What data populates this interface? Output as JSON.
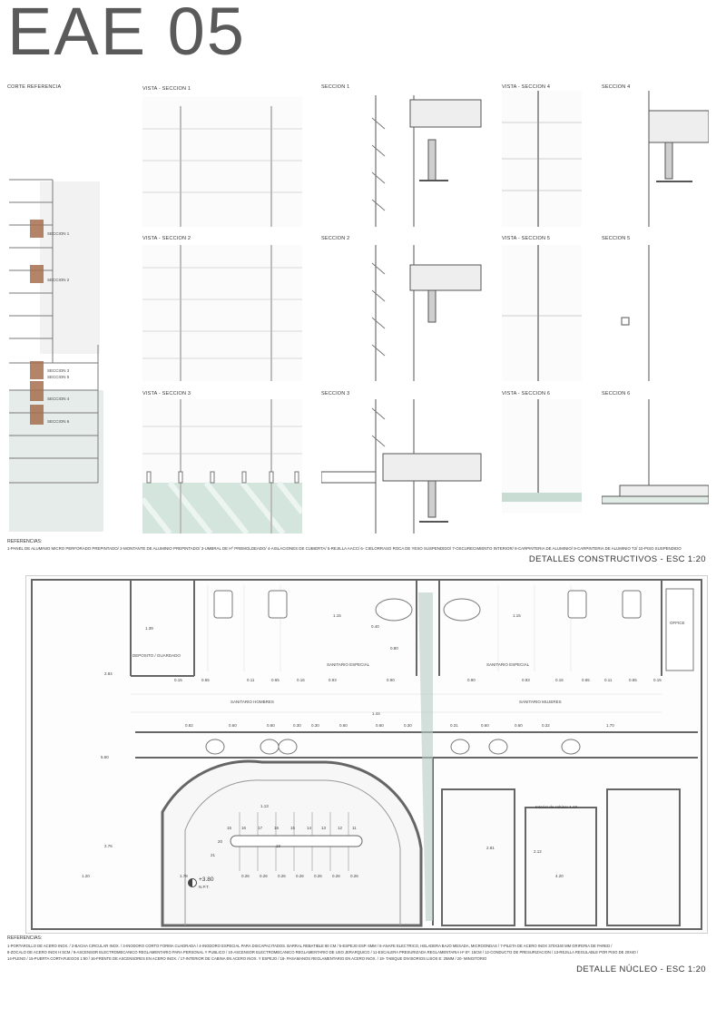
{
  "header": {
    "title": "EAE 05"
  },
  "top_section": {
    "corte_label": "CORTE REFERENCIA",
    "corte_tags": [
      "SECCION 1",
      "SECCION 2",
      "SECCION 3",
      "SECCION 5",
      "SECCION 4",
      "SECCION 6"
    ],
    "vista_labels": [
      "VISTA - SECCION 1",
      "VISTA - SECCION 2",
      "VISTA - SECCION 3"
    ],
    "seccion_labels": [
      "SECCION 1",
      "SECCION 2",
      "SECCION 3"
    ],
    "vista_right_labels": [
      "VISTA - SECCION 4",
      "VISTA - SECCION 5",
      "VISTA - SECCION 6"
    ],
    "seccion_right_labels": [
      "SECCION 4",
      "SECCION 5",
      "SECCION 6"
    ],
    "referencias_title": "REFERENCIAS:",
    "referencias_text": "1-PANEL DE ALUMINIO MICRO PERFORADO PREPINTADO/ 2-MONTANTE DE ALUMINIO PREPINTADO/ 3-UMBRAL DE Hº PREMOLDEADO/ 4-AISLACIONES DE CUBIERTA/ 5-REJILLA AACC/ 6- CIELORRASO ROCA DE YESO SUSPENDIDO/ 7-OSCURECIMIENTO INTERIOR/ 8-CARPINTERIA DE ALUMINIO/ 9-CARPINTERIA DE ALUMINIO T2/ 10-PISO SUSPENDIDO",
    "caption": "DETALLES CONSTRUCTIVOS - ESC 1:20"
  },
  "plan": {
    "rooms": [
      "DEPOSITO / GUARDADO",
      "SANITARIO ESPECIAL",
      "SANITARIO ESPECIAL",
      "SANITARIO HOMBRES",
      "SANITARIO MUJERES",
      "OFFICE",
      "Interior de cabina: 1.10"
    ],
    "level_main": "+3.80",
    "level_sub": "N.P.T.",
    "dims_top": [
      "1.15",
      "1.15",
      "0.15",
      "0.65",
      "0.11",
      "0.65",
      "0.16",
      "0.93",
      "0.90",
      "0.90",
      "0.93",
      "0.16",
      "0.65",
      "0.11",
      "0.65",
      "0.15"
    ],
    "dims_mid": [
      "0.82",
      "0.60",
      "0.60",
      "0.30",
      "0.30",
      "0.60",
      "0.60",
      "0.30",
      "0.31",
      "0.60",
      "0.60",
      "0.32",
      "1.70"
    ],
    "dims_stair": [
      "0.26",
      "0.26",
      "0.26",
      "0.26",
      "0.26",
      "0.26",
      "0.26"
    ],
    "dims_vertical": [
      "2.84",
      "5.60",
      "2.76",
      "1.39",
      "0.80",
      "1.44",
      "1.13",
      "2.81",
      "2.12",
      "0.40"
    ],
    "dims_misc": [
      "1.78",
      "1.20",
      "4.20"
    ],
    "stair_numbers": [
      "15",
      "16",
      "17",
      "16",
      "15",
      "14",
      "13",
      "12",
      "11",
      "19",
      "20",
      "21"
    ],
    "referencias_title": "REFERENCIAS:",
    "referencias_lines": [
      "1-PORTAROLLO DE ACERO INOX. / 2-BACHA CIRCULAR INOX. / 3-INODORO CORTO FORMA CUADRADA / 4-INODORO ESPECIAL PARA DISCAPACITADOS. BARRAL REBATIBLE 80 CM / 5-ESPEJO ESP. 6MM / 6-ANAFE ELECTRICO, HELADERA BAJO MESADA, MICROONDAS / 7-PILETA DE ACERO INOX 370X340 MM GRIFERIA DE PARED /",
      "8-ZOCALO DE ACERO INOX H:5CM / 9-ASCENSOR ELECTROMECANICO REGLAMENTARIO PARA PERSONAL Y PUBLICO / 10-ASCENSOR ELECTROMECANICO REGLAMENTARIO DE USO JERARQUICO / 11-ESCALERA PRESURIZADA REGLAMENTARIA Hº Eº: 15CM / 12-CONDUCTO DE PRESURIZACION / 13-REJILLA REGULABLE POR PISO DE 20X40 /",
      "14-PLENO / 15-PUERTA CORTAFUEGOS 1:90 / 16-FRENTE DE ASCENSORES EN ACERO INOX. / 17-INTERIOR DE CABINA EN ACERO INOX. Y ESPEJO / 18- PASAMANOS REGLAMENTARIO EN ACERO INOX. / 19- TABIQUE DIVISORIOS LISOS E: 25MM / 20- MINGITORIO"
    ],
    "caption": "DETALLE NÚCLEO - ESC 1:20"
  }
}
